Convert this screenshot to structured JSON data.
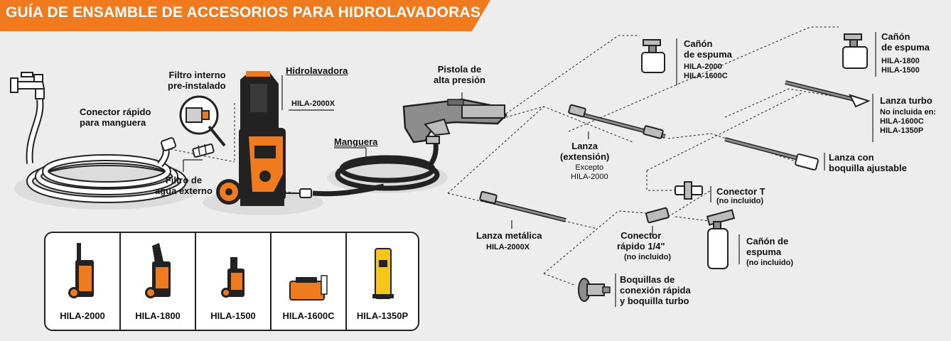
{
  "title": "GUÍA DE ENSAMBLE DE ACCESORIOS PARA HIDROLAVADORAS",
  "colors": {
    "accent": "#f07a1e",
    "background": "#ededed",
    "ink": "#1b1b1b",
    "panel": "#ffffff"
  },
  "parts": {
    "conector_manguera": "Conector rápido\npara manguera",
    "filtro_interno": "Filtro interno\npre-instalado",
    "hidrolavadora": "Hidrolavadora",
    "hidrolavadora_modelo": "HILA-2000X",
    "filtro_externo": "Filtro de\nagua externo",
    "manguera": "Manguera",
    "pistola": "Pistola de\nalta presión",
    "lanza_extension": "Lanza\n(extensión)",
    "lanza_extension_nota": "Excepto\nHILA-2000",
    "lanza_metalica": "Lanza metálica",
    "lanza_metalica_modelo": "HILA-2000X",
    "canon_espuma_1": "Cañón\nde espuma",
    "canon_espuma_1_modelos": "HILA-2000\nHILA-1600C",
    "canon_espuma_2": "Cañón\nde espuma",
    "canon_espuma_2_modelos": "HILA-1800\nHILA-1500",
    "lanza_turbo": "Lanza turbo",
    "lanza_turbo_nota": "No incluida en:\nHILA-1600C\nHILA-1350P",
    "lanza_boquilla": "Lanza con\nboquilla ajustable",
    "conector_t": "Conector T",
    "conector_t_nota": "(no incluido)",
    "conector_rapido": "Conector\nrápido 1/4\"",
    "conector_rapido_nota": "(no incluido)",
    "canon_espuma_3": "Cañón de\nespuma",
    "canon_espuma_3_nota": "(no incluido)",
    "boquillas": "Boquillas de\nconexión rápida\ny boquilla turbo"
  },
  "models": [
    {
      "name": "HILA-2000",
      "icon": "upright-washer-icon"
    },
    {
      "name": "HILA-1800",
      "icon": "upright-washer-icon"
    },
    {
      "name": "HILA-1500",
      "icon": "compact-washer-icon"
    },
    {
      "name": "HILA-1600C",
      "icon": "case-washer-icon"
    },
    {
      "name": "HILA-1350P",
      "icon": "yellow-washer-icon"
    }
  ]
}
